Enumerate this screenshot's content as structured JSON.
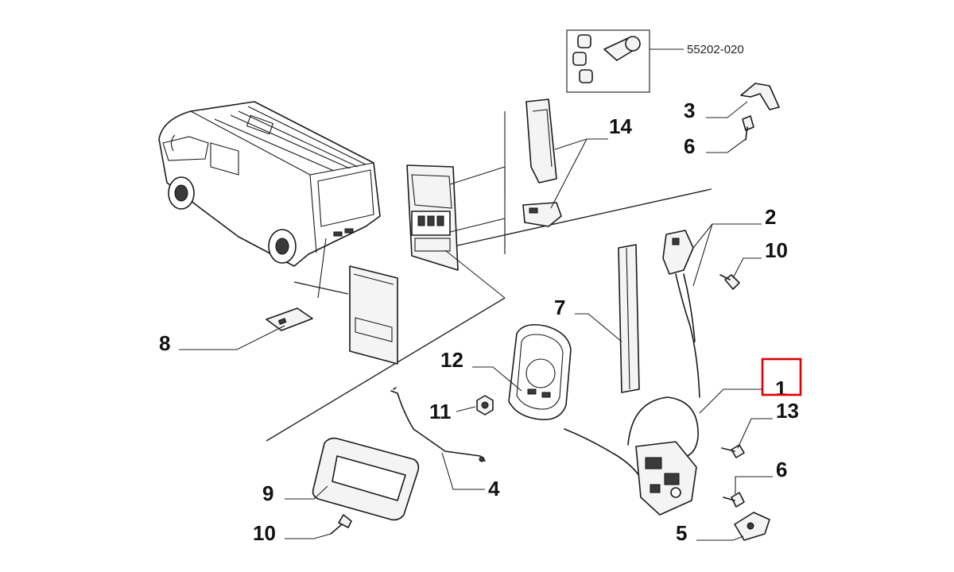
{
  "kit_code": "55202-020",
  "labels": {
    "p1": "1",
    "p2": "2",
    "p3": "3",
    "p4": "4",
    "p5": "5",
    "p6a": "6",
    "p6b": "6",
    "p7": "7",
    "p8": "8",
    "p9": "9",
    "p10a": "10",
    "p10b": "10",
    "p11": "11",
    "p12": "12",
    "p13": "13",
    "p14": "14"
  },
  "highlight": {
    "part": "1",
    "color": "#e00000"
  }
}
